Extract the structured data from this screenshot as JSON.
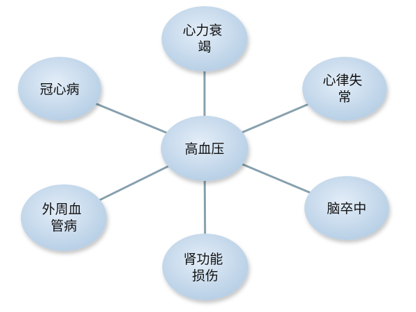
{
  "diagram": {
    "center": {
      "id": "hypertension",
      "lines": [
        "高血压"
      ]
    },
    "nodes": [
      {
        "id": "heart-failure",
        "lines": [
          "心力衰",
          "竭"
        ]
      },
      {
        "id": "arrhythmia",
        "lines": [
          "心律失",
          "常"
        ]
      },
      {
        "id": "stroke",
        "lines": [
          "脑卒中"
        ]
      },
      {
        "id": "kidney-damage",
        "lines": [
          "肾功能",
          "损伤"
        ]
      },
      {
        "id": "peripheral-vascular-disease",
        "lines": [
          "外周血",
          "管病"
        ]
      },
      {
        "id": "coronary-heart-disease",
        "lines": [
          "冠心病"
        ]
      }
    ],
    "colors": {
      "node_fill_light": "#e3edf8",
      "node_fill_dark": "#b4cde4",
      "connector": "#86a0ad",
      "text": "#111111"
    }
  }
}
